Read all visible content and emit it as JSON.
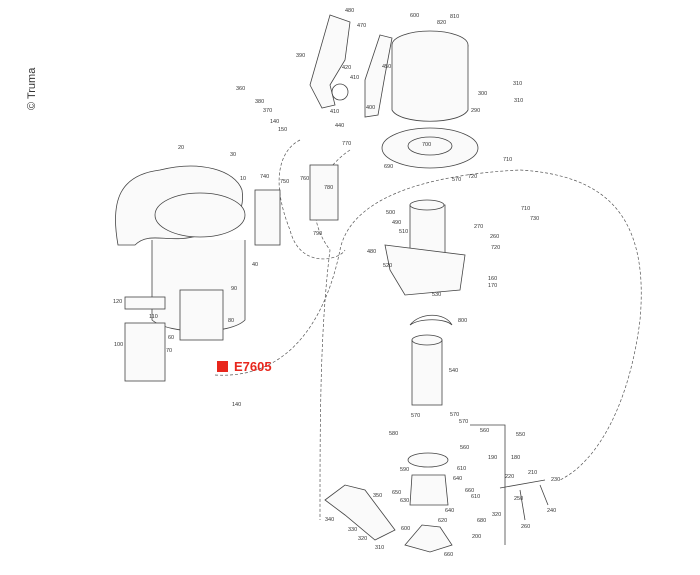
{
  "copyright": "© Truma",
  "highlight": {
    "code": "E7605",
    "color": "#e8261c"
  },
  "part_labels": [
    "480",
    "470",
    "390",
    "420",
    "450",
    "410",
    "360",
    "380",
    "370",
    "400",
    "140",
    "150",
    "410",
    "440",
    "600",
    "810",
    "820",
    "310",
    "300",
    "310",
    "290",
    "700",
    "770",
    "690",
    "710",
    "20",
    "30",
    "10",
    "740",
    "750",
    "760",
    "780",
    "790",
    "40",
    "90",
    "120",
    "110",
    "80",
    "60",
    "100",
    "70",
    "140",
    "720",
    "570",
    "710",
    "730",
    "270",
    "260",
    "720",
    "500",
    "490",
    "510",
    "480",
    "520",
    "160",
    "170",
    "530",
    "800",
    "540",
    "570",
    "570",
    "570",
    "580",
    "560",
    "550",
    "560",
    "190",
    "180",
    "590",
    "610",
    "220",
    "210",
    "640",
    "230",
    "650",
    "660",
    "610",
    "250",
    "350",
    "630",
    "640",
    "320",
    "240",
    "680",
    "340",
    "330",
    "620",
    "600",
    "260",
    "320",
    "310",
    "200",
    "660"
  ]
}
